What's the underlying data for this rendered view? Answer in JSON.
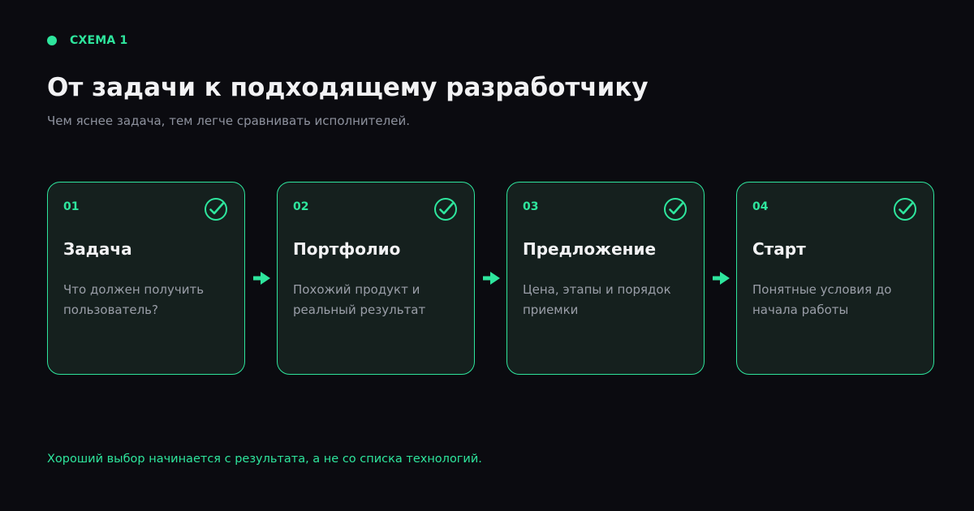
{
  "header": {
    "eyebrow": "СХЕМА 1",
    "title": "От задачи к подходящему разработчику",
    "subtitle": "Чем яснее задача, тем легче сравнивать исполнителей."
  },
  "steps": [
    {
      "number": "01",
      "title": "Задача",
      "description": "Что должен получить пользователь?",
      "status_icon": "check-circle-icon"
    },
    {
      "number": "02",
      "title": "Портфолио",
      "description": "Похожий продукт и реальный результат",
      "status_icon": "check-circle-icon"
    },
    {
      "number": "03",
      "title": "Предложение",
      "description": "Цена, этапы и порядок приемки",
      "status_icon": "check-circle-icon"
    },
    {
      "number": "04",
      "title": "Старт",
      "description": "Понятные условия до начала работы",
      "status_icon": "check-circle-icon"
    }
  ],
  "connectors": {
    "icon": "arrow-right-icon",
    "count": 3
  },
  "footer": {
    "note": "Хороший выбор начинается с результата, а не со списка технологий."
  },
  "colors": {
    "background": "#0b0b10",
    "accent": "#2ee59d",
    "card_background": "#15201e",
    "title_text": "#f2f2f4",
    "muted_text": "#8e929e"
  }
}
